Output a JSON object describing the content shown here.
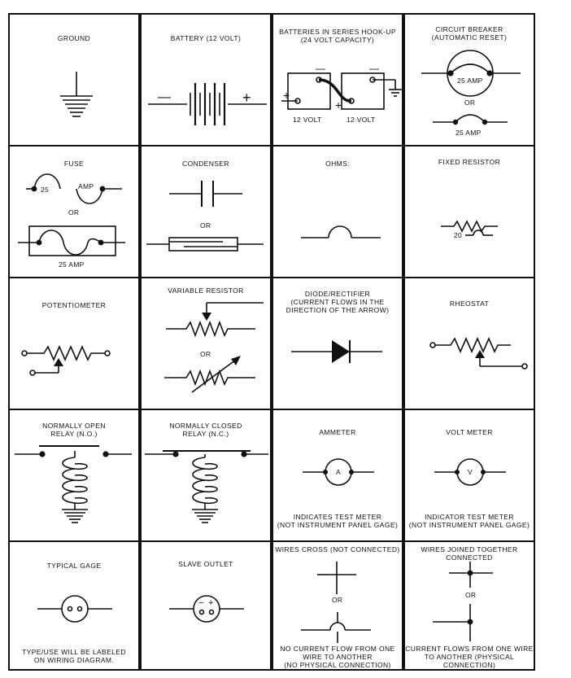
{
  "symbols": [
    {
      "title": "GROUND"
    },
    {
      "title": "BATTERY (12 VOLT)",
      "minus": "—",
      "plus": "+"
    },
    {
      "title": "BATTERIES IN SERIES HOOK-UP\n(24 VOLT CAPACITY)",
      "left_label": "12 VOLT",
      "right_label": "12 VOLT",
      "plus": "+",
      "minus": "—"
    },
    {
      "title": "CIRCUIT BREAKER\n(AUTOMATIC RESET)",
      "amp_top": "25 AMP",
      "or": "OR",
      "amp_bottom": "25 AMP"
    },
    {
      "title": "FUSE",
      "num": "25",
      "amp": "AMP",
      "or": "OR",
      "amp_bottom": "25 AMP"
    },
    {
      "title": "CONDENSER",
      "or": "OR"
    },
    {
      "title": "OHMS:"
    },
    {
      "title": "FIXED RESISTOR",
      "value": "20"
    },
    {
      "title": "POTENTIOMETER"
    },
    {
      "title": "VARIABLE RESISTOR",
      "or": "OR"
    },
    {
      "title": "DIODE/RECTIFIER\n(CURRENT FLOWS IN THE\nDIRECTION OF THE ARROW)"
    },
    {
      "title": "RHEOSTAT"
    },
    {
      "title": "NORMALLY OPEN\nRELAY (N.O.)"
    },
    {
      "title": "NORMALLY CLOSED\nRELAY (N.C.)"
    },
    {
      "title": "AMMETER",
      "letter": "A",
      "caption": "INDICATES TEST METER\n(NOT INSTRUMENT PANEL GAGE)"
    },
    {
      "title": "VOLT METER",
      "letter": "V",
      "caption": "INDICATOR TEST METER\n(NOT INSTRUMENT PANEL GAGE)"
    },
    {
      "title": "TYPICAL GAGE",
      "caption": "TYPE/USE WILL BE LABELED\nON WIRING DIAGRAM."
    },
    {
      "title": "SLAVE OUTLET",
      "minus": "−",
      "plus": "+"
    },
    {
      "title": "WIRES CROSS (NOT CONNECTED)",
      "or": "OR",
      "caption": "NO CURRENT FLOW FROM ONE\nWIRE TO ANOTHER\n(NO PHYSICAL CONNECTION)"
    },
    {
      "title": "WIRES JOINED TOGETHER\nCONNECTED",
      "or": "OR",
      "caption": "CURRENT FLOWS FROM ONE WIRE\nTO ANOTHER (PHYSICAL\nCONNECTION)"
    }
  ]
}
